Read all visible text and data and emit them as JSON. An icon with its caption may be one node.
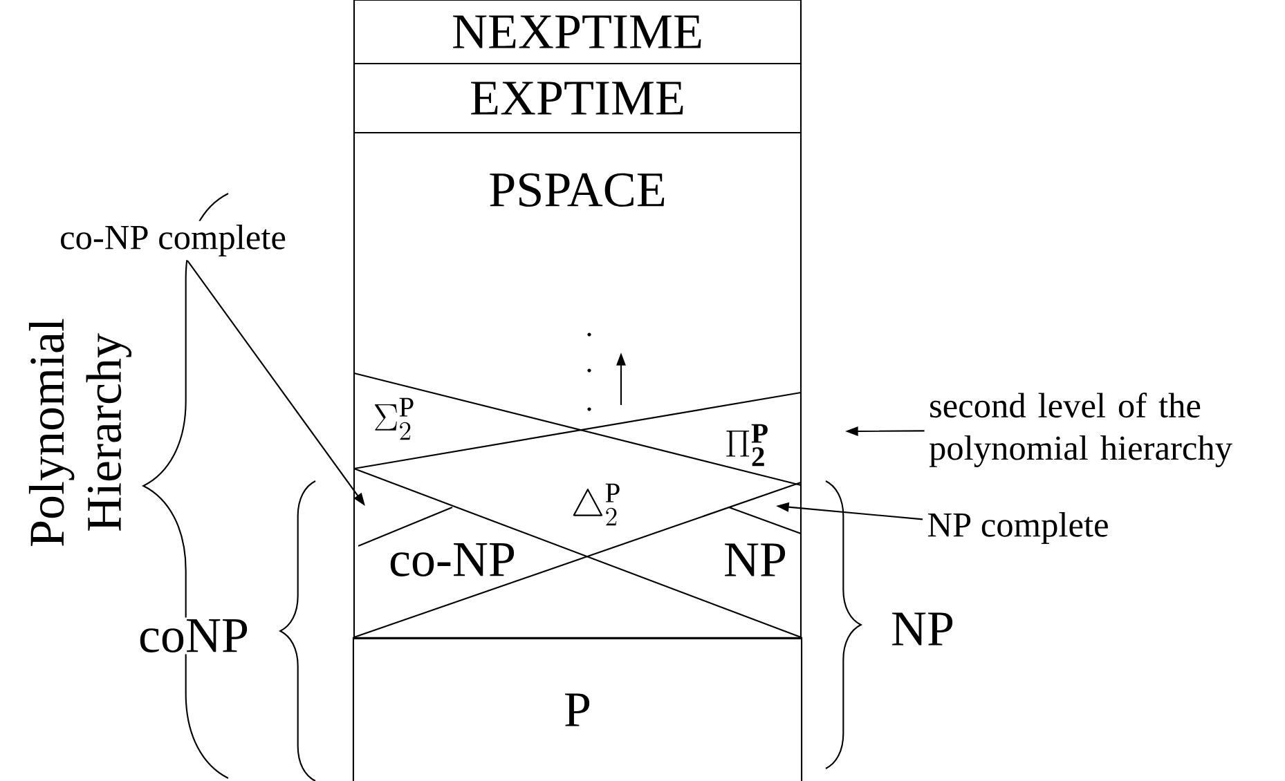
{
  "diagram": {
    "nodes": [
      {
        "text": [
          "NEXPTIME"
        ]
      },
      {
        "text": [
          "EXPTIME"
        ]
      },
      {
        "text": [
          "PSPACE"
        ]
      },
      {
        "text": [
          "P"
        ]
      },
      {
        "text": [
          "co-NP complete"
        ]
      },
      {
        "text": [
          "second level of the polynomial hierarchy"
        ]
      },
      {
        "text": [
          "NP complete"
        ]
      }
    ],
    "edges": [
      {
        "from": 4,
        "to": 2,
        "arrow": "to"
      },
      {
        "from": 5,
        "to": null,
        "arrow": "to"
      },
      {
        "from": 6,
        "to": 2,
        "arrow": "to"
      }
    ],
    "labels": [
      "Polynomial Hierarchy",
      "\\Sigma^{\\mathrm{P}}_{2}",
      "\\Pi^{\\mathbf{P}}_{\\mathbf{2}}",
      "\\triangle^{\\mathrm{P}}_{2}",
      "co-NP",
      "NP",
      "coNP",
      "NP"
    ]
  }
}
